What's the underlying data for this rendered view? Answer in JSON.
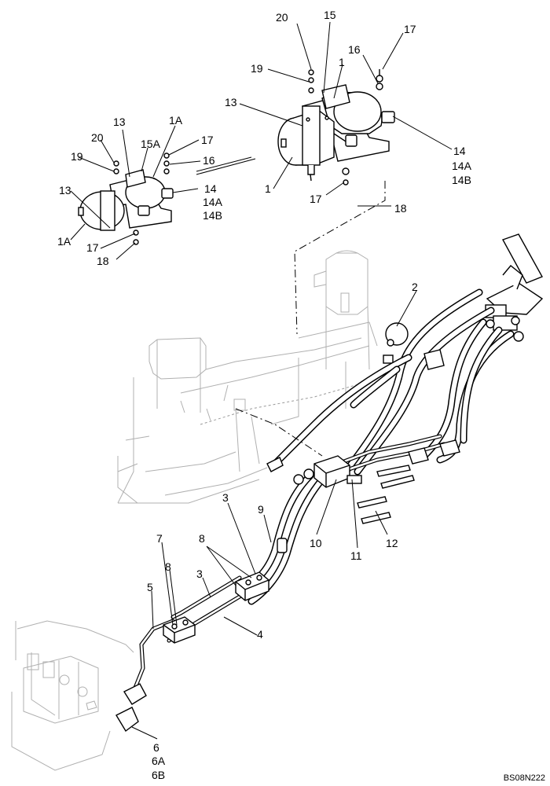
{
  "diagram": {
    "reference_code": "BS08N222",
    "callouts": {
      "c20a": "20",
      "c15": "15",
      "c17a": "17",
      "c19a": "19",
      "c16a": "16",
      "c1a": "1",
      "c13a": "13",
      "c14a": "14",
      "c14Aa": "14A",
      "c14Ba": "14B",
      "c1b": "1",
      "c17b": "17",
      "c18a": "18",
      "c13b": "13",
      "c1Aa": "1A",
      "c20b": "20",
      "c15A": "15A",
      "c19b": "19",
      "c17c": "17",
      "c16b": "16",
      "c13c": "13",
      "c14b": "14",
      "c14Ab": "14A",
      "c14Bb": "14B",
      "c1Ab": "1A",
      "c17d": "17",
      "c18b": "18",
      "c2": "2",
      "c3a": "3",
      "c9": "9",
      "c8a": "8",
      "c7": "7",
      "c8b": "8",
      "c3b": "3",
      "c5": "5",
      "c10": "10",
      "c11": "11",
      "c12": "12",
      "c4": "4",
      "c6": "6",
      "c6A": "6A",
      "c6B": "6B"
    },
    "colors": {
      "line": "#000000",
      "ghost": "#9a9a9a",
      "background": "#ffffff"
    }
  }
}
